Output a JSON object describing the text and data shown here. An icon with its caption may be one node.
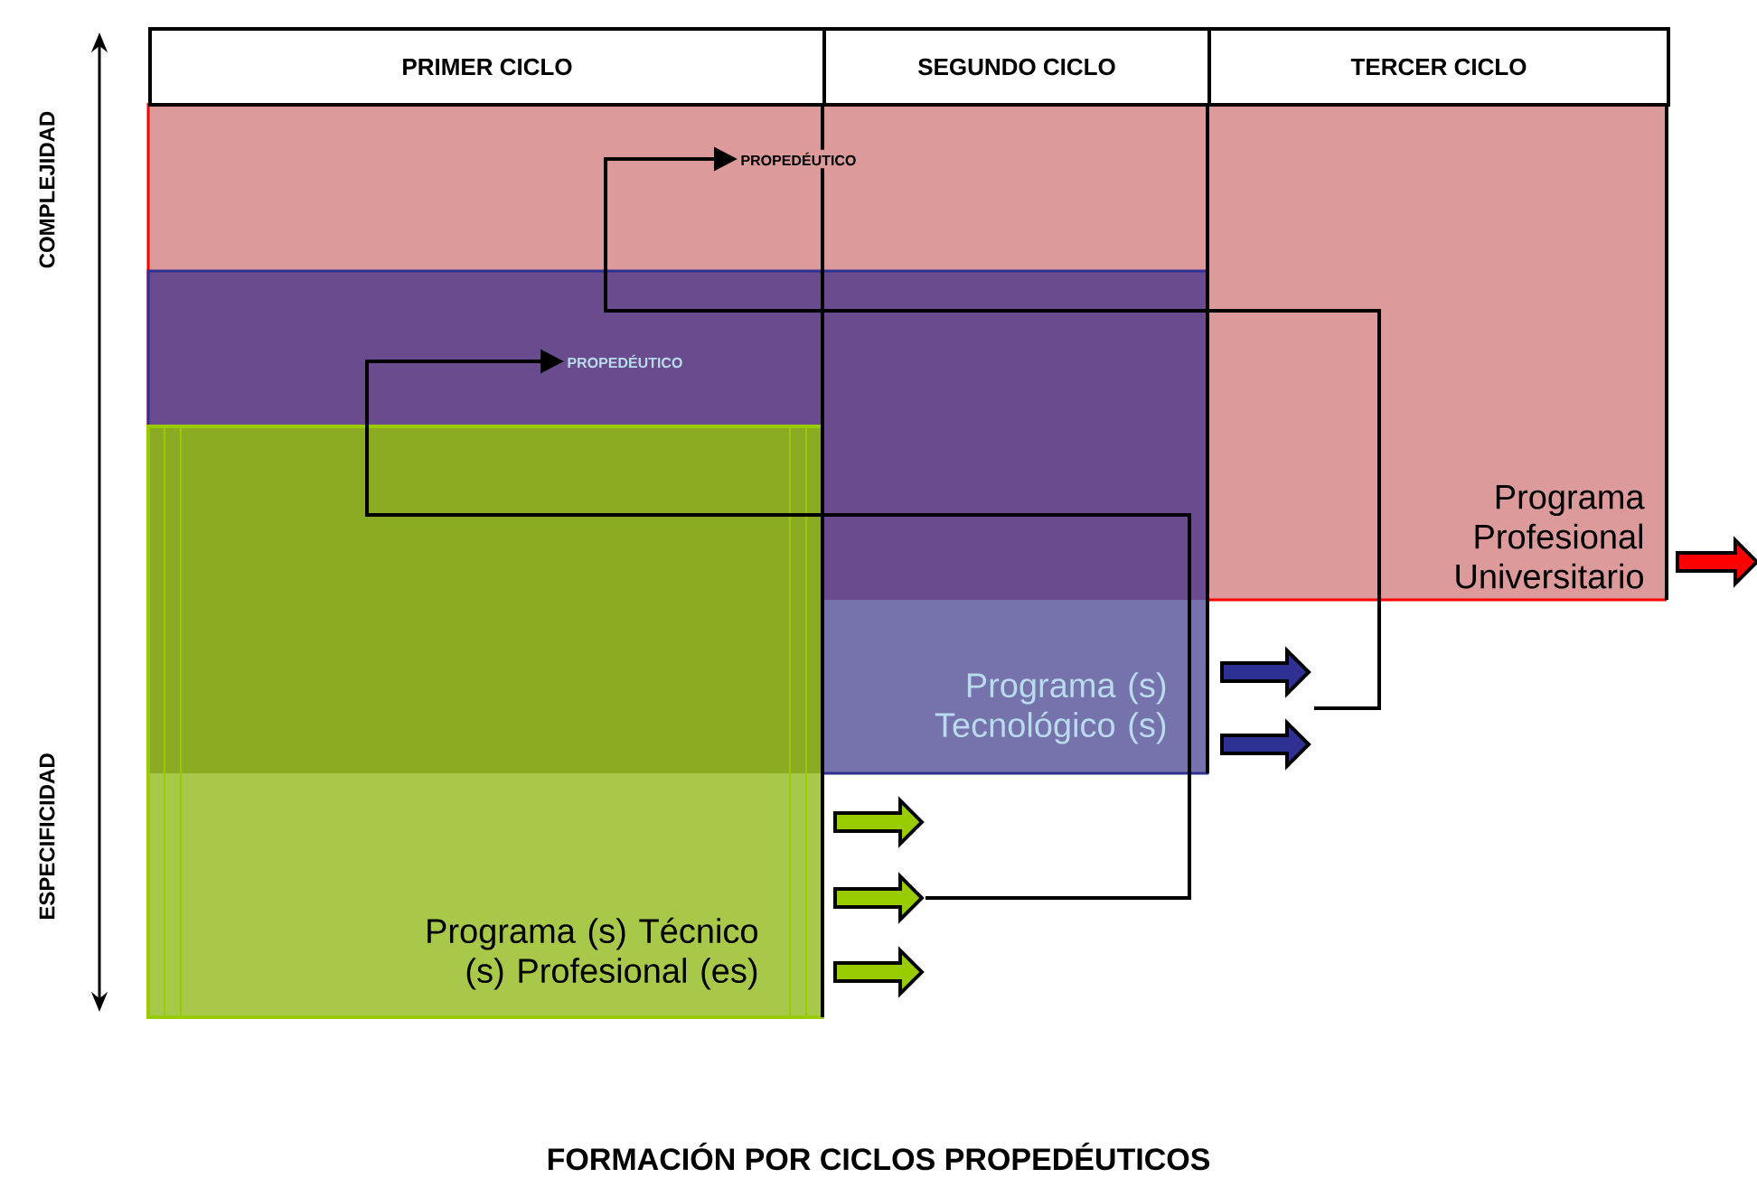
{
  "diagram": {
    "caption": "FORMACIÓN POR CICLOS PROPEDÉUTICOS",
    "nodes": [
      {
        "text": [
          "PRIMER CICLO"
        ]
      },
      {
        "text": [
          "SEGUNDO CICLO"
        ]
      },
      {
        "text": [
          "TERCER CICLO"
        ]
      },
      {
        "text": [
          "Programa Profesional Universitario"
        ]
      },
      {
        "text": [
          "PROPEDÉUTICO"
        ],
        "in": 3
      },
      {
        "text": [
          "Programa (s) Tecnológico (s)"
        ]
      },
      {
        "text": [
          "PROPEDÉUTICO"
        ]
      },
      {
        "text": [
          "Programa (s) Técnico (s) Profesional (es)"
        ]
      }
    ],
    "edges": [
      {
        "from": 3,
        "to": null,
        "arrow": "to",
        "color": "#ff0000"
      },
      {
        "from": 5,
        "to": null,
        "arrow": "to",
        "color": "#2e3192"
      },
      {
        "from": 5,
        "to": null,
        "arrow": "to",
        "color": "#2e3192"
      },
      {
        "from": 7,
        "to": null,
        "arrow": "to",
        "color": "#99cc00"
      },
      {
        "from": 7,
        "to": null,
        "arrow": "to",
        "color": "#99cc00"
      },
      {
        "from": 7,
        "to": null,
        "arrow": "to",
        "color": "#99cc00"
      },
      {
        "from": null,
        "to": 6,
        "arrow": "to"
      },
      {
        "from": null,
        "to": 4,
        "arrow": "to"
      }
    ],
    "labels": [
      "COMPLEJIDAD",
      "ESPECIFICIDAD"
    ]
  }
}
